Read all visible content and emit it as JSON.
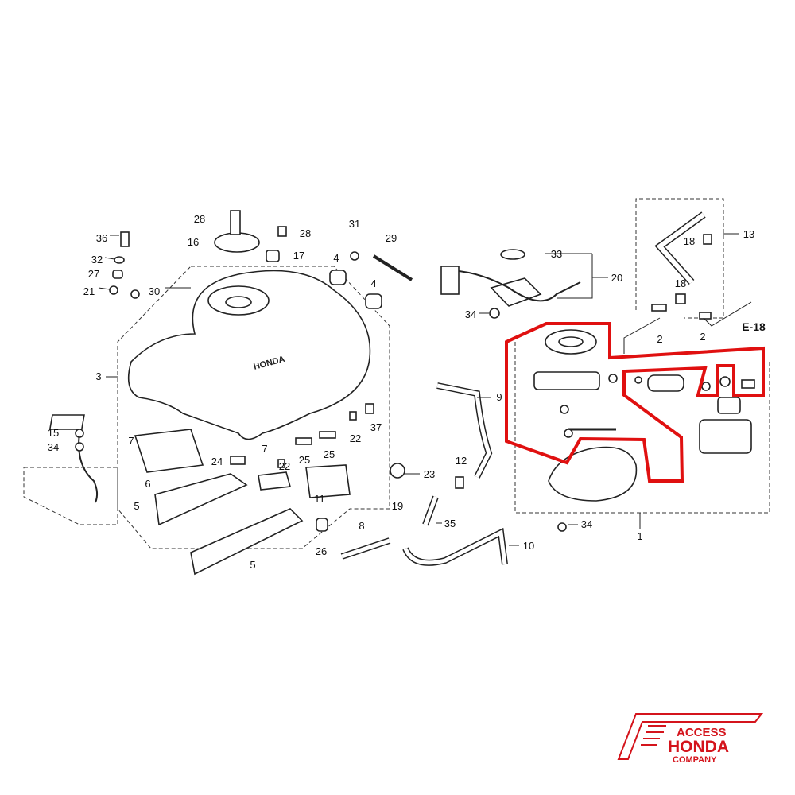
{
  "diagram": {
    "callouts": [
      "36",
      "32",
      "27",
      "21",
      "30",
      "28",
      "28",
      "16",
      "17",
      "31",
      "29",
      "4",
      "4",
      "33",
      "20",
      "34",
      "13",
      "18",
      "18",
      "2",
      "2",
      "E-18",
      "3",
      "9",
      "15",
      "34",
      "7",
      "6",
      "5",
      "5",
      "24",
      "7",
      "22",
      "25",
      "25",
      "22",
      "37",
      "11",
      "23",
      "12",
      "19",
      "35",
      "26",
      "8",
      "10",
      "34",
      "1"
    ],
    "highlight_color": "#e01010"
  },
  "logo": {
    "line1": "ACCESS",
    "line2": "HONDA",
    "line3": "COMPANY",
    "color": "#d4141c"
  }
}
